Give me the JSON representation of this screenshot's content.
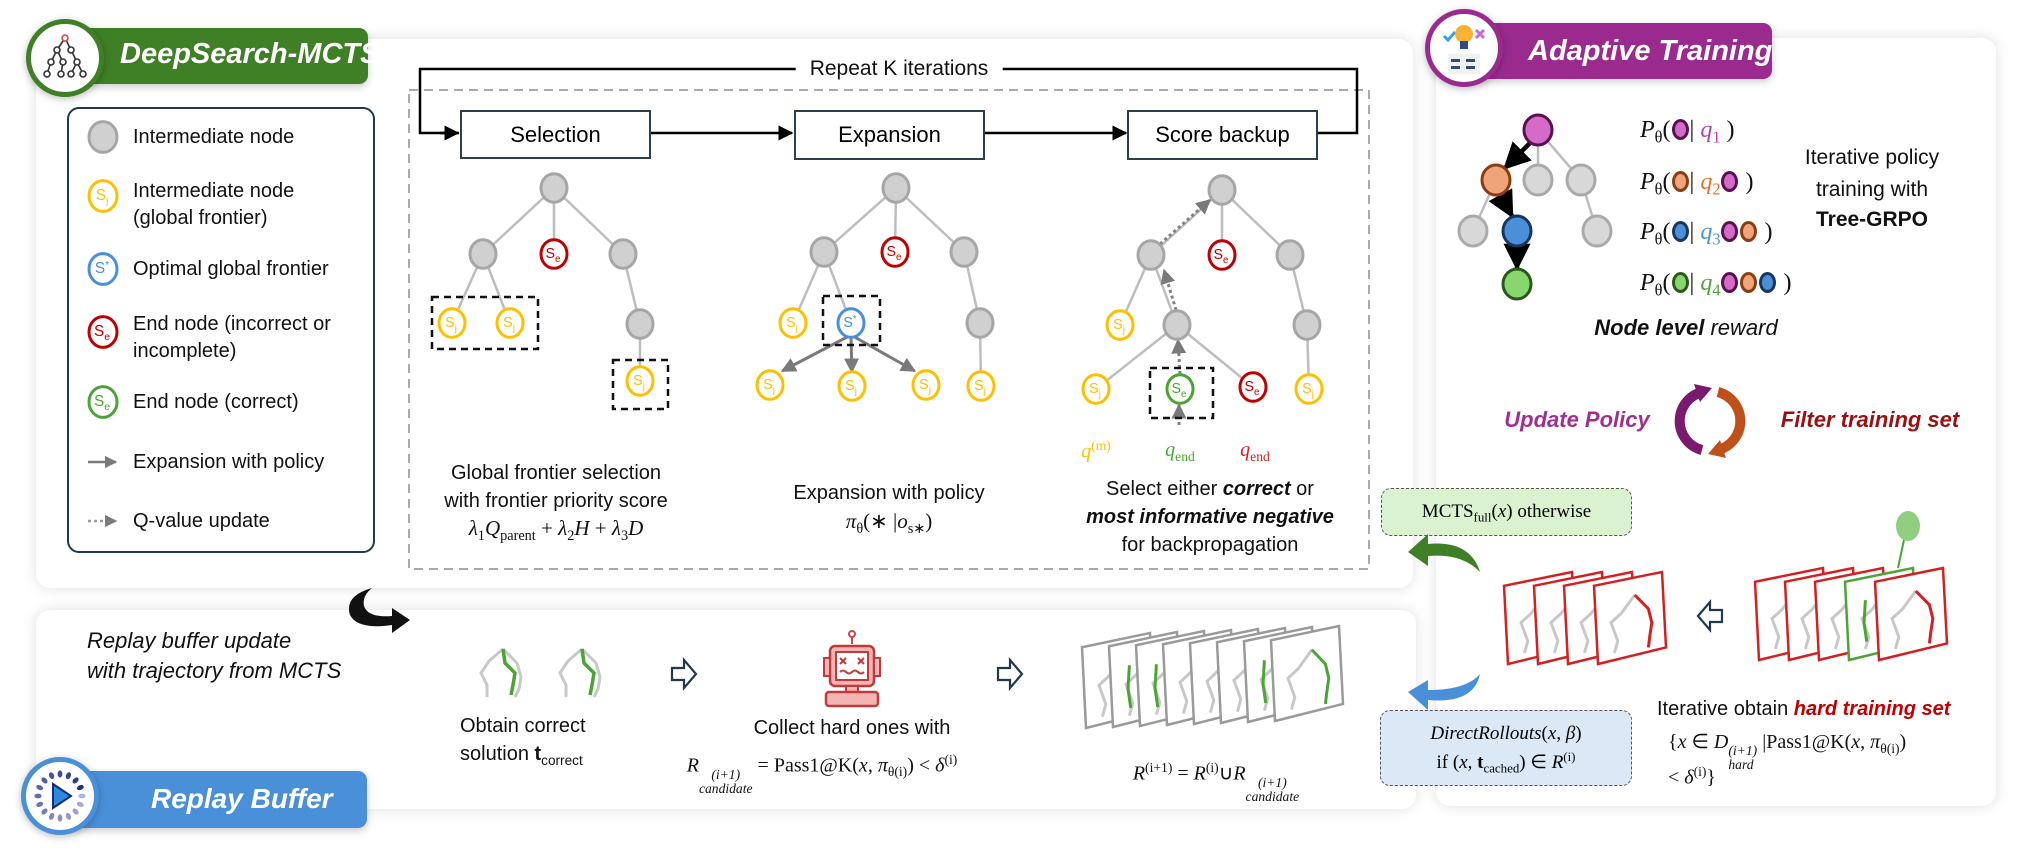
{
  "colors": {
    "mcts_green": "#3f7f25",
    "adaptive_purple": "#9b2a8f",
    "replay_blue": "#4a90d9",
    "frontier_yellow": "#ffc000",
    "end_red": "#c00000",
    "correct_green": "#4aa535",
    "optimal_blue": "#4a90d9",
    "hard_red": "#c00000"
  },
  "nodes": {
    "frontier": {
      "s": "S",
      "sub": "j"
    },
    "end": {
      "s": "S",
      "sub": "e"
    },
    "optimal": {
      "s": "S",
      "sub": "*"
    }
  },
  "mcts": {
    "title": "DeepSearch-MCTS",
    "icon": "tree-icon",
    "repeat_label": "Repeat K iterations",
    "legend": [
      {
        "label": "Intermediate node",
        "icon": "grey-node"
      },
      {
        "label": "Intermediate node (global frontier)",
        "icon": "frontier-node"
      },
      {
        "label": "Optimal global frontier",
        "icon": "optimal-node"
      },
      {
        "label": "End node (incorrect or incomplete)",
        "icon": "incorrect-end-node"
      },
      {
        "label": "End node (correct)",
        "icon": "correct-end-node"
      },
      {
        "label": "Expansion with policy",
        "icon": "solid-arrow"
      },
      {
        "label": "Q-value update",
        "icon": "dotted-arrow"
      }
    ],
    "steps": [
      "Selection",
      "Expansion",
      "Score backup"
    ],
    "selection": {
      "caption": [
        "Global frontier selection",
        "with frontier priority score"
      ],
      "formula": [
        {
          "t": "λ",
          "s": "it"
        },
        {
          "t": "1",
          "s": "sub"
        },
        {
          "t": "Q",
          "s": "it"
        },
        {
          "t": "parent",
          "s": "sub"
        },
        {
          "t": " + "
        },
        {
          "t": "λ",
          "s": "it"
        },
        {
          "t": "2",
          "s": "sub"
        },
        {
          "t": "H",
          "s": "it"
        },
        {
          "t": " + "
        },
        {
          "t": "λ",
          "s": "it"
        },
        {
          "t": "3",
          "s": "sub"
        },
        {
          "t": "D",
          "s": "it"
        }
      ]
    },
    "expansion": {
      "caption": "Expansion with policy",
      "formula": [
        {
          "t": "π",
          "s": "it"
        },
        {
          "t": "θ",
          "s": "sub"
        },
        {
          "t": "(∗ |"
        },
        {
          "t": "o",
          "s": "it"
        },
        {
          "t": "s∗",
          "s": "sub"
        },
        {
          "t": ")"
        }
      ]
    },
    "backup": {
      "q_labels": [
        [
          {
            "t": "q",
            "s": "it"
          },
          {
            "t": "(m)",
            "s": "sup"
          }
        ],
        [
          {
            "t": "q",
            "s": "it"
          },
          {
            "t": "end",
            "s": "sub"
          }
        ],
        [
          {
            "t": "q",
            "s": "it"
          },
          {
            "t": "end",
            "s": "sub"
          }
        ]
      ],
      "caption_1a": "Select either ",
      "caption_1b": "correct",
      "caption_1c": " or",
      "caption_2": "most informative negative",
      "caption_3": "for backpropagation"
    }
  },
  "adaptive": {
    "title": "Adaptive Training",
    "icon": "lightbulb-checklist-icon",
    "rows": [
      {
        "q": "q",
        "n": "1",
        "node": "pink",
        "ctx": []
      },
      {
        "q": "q",
        "n": "2",
        "node": "orange",
        "ctx": [
          "pink"
        ]
      },
      {
        "q": "q",
        "n": "3",
        "node": "blue",
        "ctx": [
          "pink",
          "orange"
        ]
      },
      {
        "q": "q",
        "n": "4",
        "node": "green",
        "ctx": [
          "pink",
          "orange",
          "blue"
        ]
      }
    ],
    "p_symbol": "P",
    "p_sub": "θ",
    "side_text": [
      "Iterative policy",
      "training with"
    ],
    "side_bold": "Tree-GRPO",
    "reward_bold": "Node level",
    "reward_rest": " reward",
    "update_policy": "Update Policy",
    "filter_set": "Filter training set",
    "cycle_icon": "refresh-cycle-icon",
    "mcts_full": [
      {
        "t": "MCTS"
      },
      {
        "t": "full",
        "s": "sub"
      },
      {
        "t": "("
      },
      {
        "t": "x",
        "s": "it"
      },
      {
        "t": ") otherwise"
      }
    ],
    "direct_line1": [
      {
        "t": "DirectRollouts",
        "s": "it"
      },
      {
        "t": "("
      },
      {
        "t": "x",
        "s": "it"
      },
      {
        "t": ", "
      },
      {
        "t": "β",
        "s": "it"
      },
      {
        "t": ")"
      }
    ],
    "direct_line2": [
      {
        "t": "if ("
      },
      {
        "t": "x",
        "s": "it"
      },
      {
        "t": ", "
      },
      {
        "t": "t",
        "s": "b"
      },
      {
        "t": "cached",
        "s": "sub"
      },
      {
        "t": ") ∈ "
      },
      {
        "t": "R",
        "s": "it"
      },
      {
        "t": "(i)",
        "s": "sup"
      }
    ],
    "hard_prefix": "Iterative obtain ",
    "hard_emph": "hard training set",
    "hard_formula1": [
      {
        "t": "{"
      },
      {
        "t": "x",
        "s": "it"
      },
      {
        "t": " ∈ "
      },
      {
        "t": "D",
        "s": "it"
      },
      {
        "ss": {
          "sup": "(i+1)",
          "sub": "hard"
        }
      },
      {
        "t": " |Pass1@K("
      },
      {
        "t": "x",
        "s": "it"
      },
      {
        "t": ", "
      },
      {
        "t": "π",
        "s": "it"
      },
      {
        "t": "θ(i)",
        "s": "sub"
      },
      {
        "t": ")"
      }
    ],
    "hard_formula2": [
      {
        "t": "< "
      },
      {
        "t": "δ",
        "s": "it"
      },
      {
        "t": "(i)",
        "s": "sup"
      },
      {
        "t": "}"
      }
    ]
  },
  "replay": {
    "title": "Replay Buffer",
    "icon": "play-loading-icon",
    "desc": [
      "Replay buffer update",
      "with trajectory from MCTS"
    ],
    "obtain_line1": "Obtain correct",
    "obtain_line2": [
      {
        "t": "solution "
      },
      {
        "t": "t",
        "s": "b"
      },
      {
        "t": "correct",
        "s": "sub"
      }
    ],
    "collect_caption": "Collect hard ones with",
    "collect_formula": [
      {
        "t": "R",
        "s": "it"
      },
      {
        "ss": {
          "sup": "(i+1)",
          "sub": "candidate"
        }
      },
      {
        "t": " = Pass1@K("
      },
      {
        "t": "x",
        "s": "it"
      },
      {
        "t": ", "
      },
      {
        "t": "π",
        "s": "it"
      },
      {
        "t": "θ(i)",
        "s": "sub"
      },
      {
        "t": ") < "
      },
      {
        "t": "δ",
        "s": "it"
      },
      {
        "t": "(i)",
        "s": "sup"
      }
    ],
    "union_formula": [
      {
        "t": "R",
        "s": "it"
      },
      {
        "t": "(i+1)",
        "s": "sup"
      },
      {
        "t": " = "
      },
      {
        "t": "R",
        "s": "it"
      },
      {
        "t": "(i)",
        "s": "sup"
      },
      {
        "t": "∪"
      },
      {
        "t": "R",
        "s": "it"
      },
      {
        "ss": {
          "sup": "(i+1)",
          "sub": "candidate"
        }
      }
    ],
    "robot_icon": "broken-robot-icon"
  }
}
